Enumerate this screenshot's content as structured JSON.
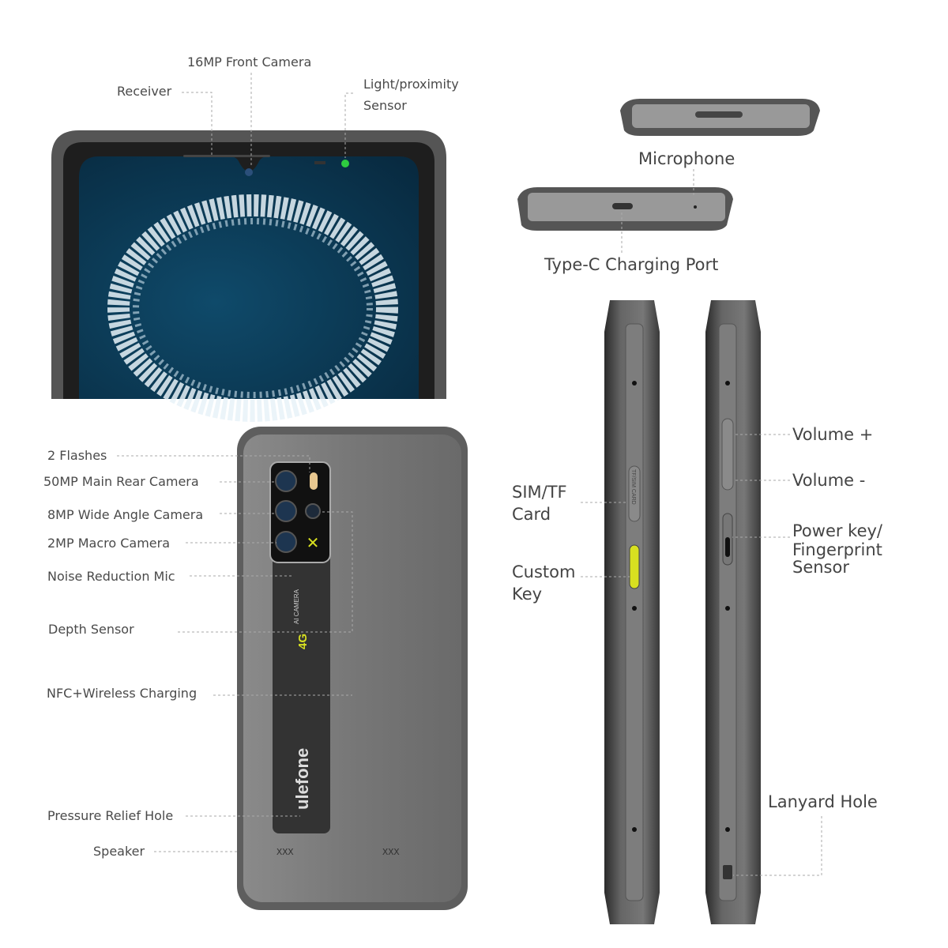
{
  "labels": {
    "front_camera": "16MP Front Camera",
    "receiver": "Receiver",
    "light_sensor_1": "Light/proximity",
    "light_sensor_2": "Sensor",
    "microphone": "Microphone",
    "type_c": "Type-C Charging Port",
    "flashes": "2 Flashes",
    "main_camera": "50MP Main Rear Camera",
    "wide_camera": "8MP Wide Angle Camera",
    "macro_camera": "2MP Macro Camera",
    "noise_mic": "Noise Reduction Mic",
    "depth_sensor": "Depth Sensor",
    "nfc": "NFC+Wireless Charging",
    "pressure_hole": "Pressure Relief Hole",
    "speaker": "Speaker",
    "sim_1": "SIM/TF",
    "sim_2": "Card",
    "custom_1": "Custom",
    "custom_2": "Key",
    "volume_up": "Volume +",
    "volume_down": "Volume -",
    "power_1": "Power key/",
    "power_2": "Fingerprint",
    "power_3": "Sensor",
    "lanyard": "Lanyard Hole"
  },
  "phone_markings": {
    "brand": "ulefone",
    "network": "4G",
    "ai_camera": "AI CAMERA",
    "sim_slot": "TF/SIM CARD"
  },
  "colors": {
    "body": "#6e6e6e",
    "frame": "#3a3a3a",
    "screen": "#0d3550",
    "accent_yellow": "#d8e020",
    "sensor_green": "#2ecc40"
  }
}
